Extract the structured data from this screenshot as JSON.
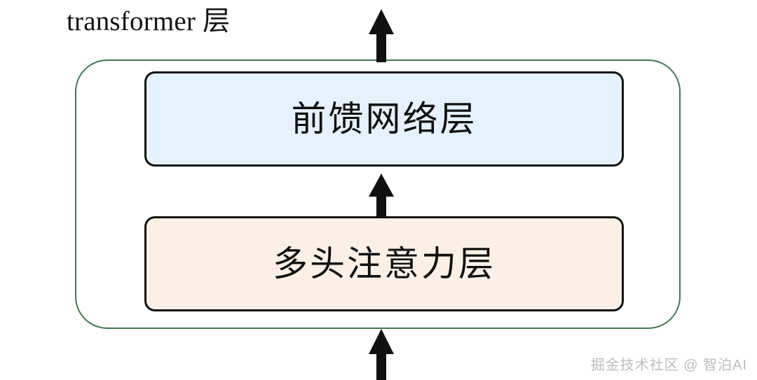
{
  "diagram": {
    "title": "transformer 层",
    "background_color": "#ffffff",
    "container": {
      "name": "transformer-layer-container",
      "border_color": "#3f7a52",
      "fill": "none"
    },
    "blocks": [
      {
        "id": "feed-forward-network",
        "label": "前馈网络层",
        "fill_color": "#e5f1fc",
        "border_color": "#111111"
      },
      {
        "id": "multi-head-attention",
        "label": "多头注意力层",
        "fill_color": "#fcf0e6",
        "border_color": "#111111"
      }
    ],
    "arrows": [
      {
        "id": "output-arrow",
        "direction": "up",
        "color": "#111111"
      },
      {
        "id": "attention-to-ffn-arrow",
        "direction": "up",
        "color": "#111111"
      },
      {
        "id": "input-arrow",
        "direction": "up",
        "color": "#111111"
      }
    ]
  },
  "watermark": {
    "text": "掘金技术社区 @ 智泊AI",
    "color": "#bdbdbd"
  }
}
